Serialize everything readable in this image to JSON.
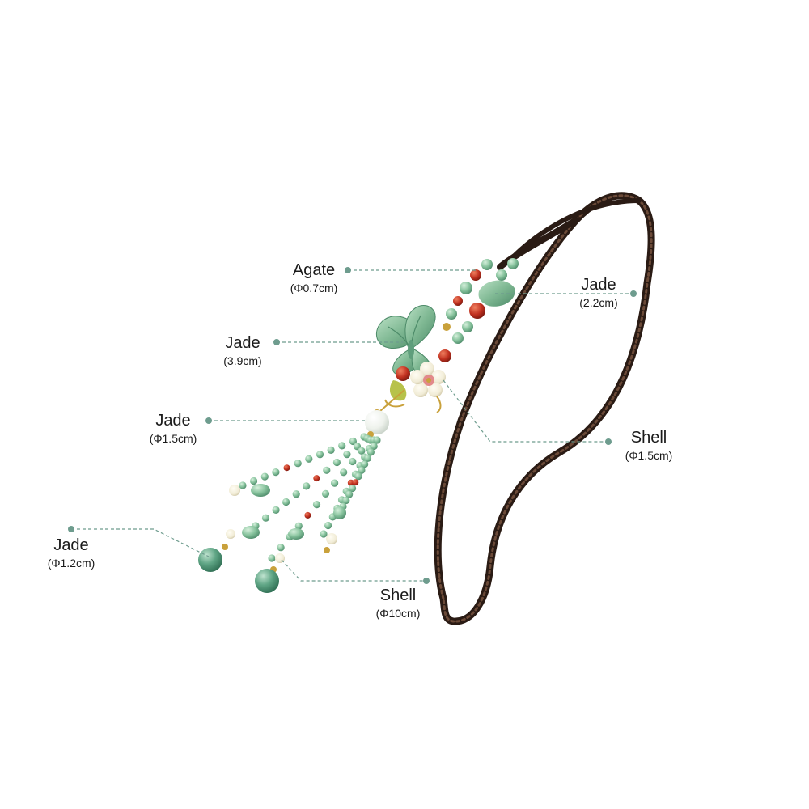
{
  "labels": [
    {
      "id": "agate",
      "name": "Agate",
      "size": "(Φ0.7cm)"
    },
    {
      "id": "jade-leaf",
      "name": "Jade",
      "size": "(2.2cm)"
    },
    {
      "id": "jade-butterfly",
      "name": "Jade",
      "size": "(3.9cm)"
    },
    {
      "id": "jade-bead",
      "name": "Jade",
      "size": "(Φ1.5cm)"
    },
    {
      "id": "shell-flower",
      "name": "Shell",
      "size": "(Φ1.5cm)"
    },
    {
      "id": "jade-drop",
      "name": "Jade",
      "size": "(Φ1.2cm)"
    },
    {
      "id": "shell-tassel",
      "name": "Shell",
      "size": "(Φ10cm)"
    }
  ],
  "colors": {
    "leader": "#6e9c8e",
    "cord": "#2a1b14",
    "jade": "#86c29c",
    "agate": "#c0301f",
    "shell": "#f1ecd6",
    "gold": "#c9a13b"
  }
}
